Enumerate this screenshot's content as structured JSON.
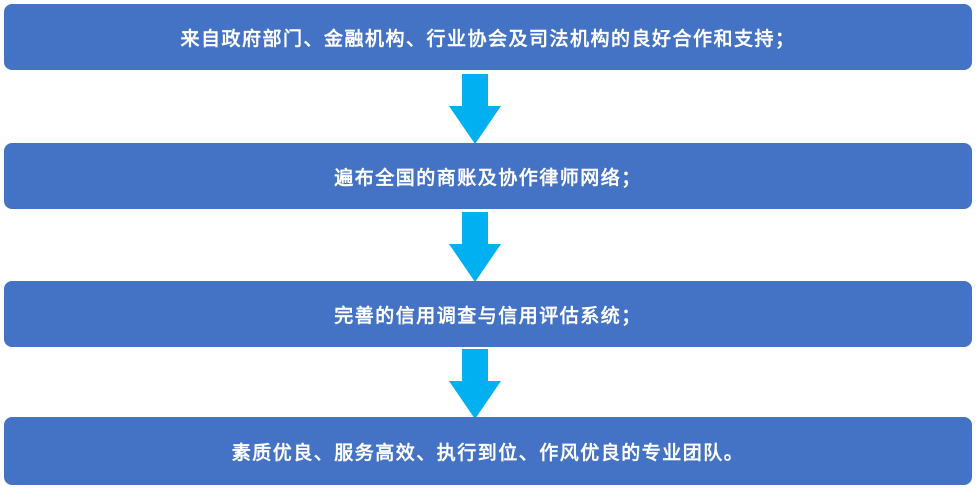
{
  "flow": {
    "steps": [
      {
        "label": "来自政府部门、金融机构、行业协会及司法机构的良好合作和支持；"
      },
      {
        "label": "遍布全国的商账及协作律师网络；"
      },
      {
        "label": "完善的信用调查与信用评估系统；"
      },
      {
        "label": "素质优良、服务高效、执行到位、作风优良的专业团队。"
      }
    ],
    "colors": {
      "box_fill": "#4472c4",
      "box_text": "#ffffff",
      "arrow_fill": "#00b0f0"
    },
    "arrow_icon": "arrow-down-icon"
  }
}
